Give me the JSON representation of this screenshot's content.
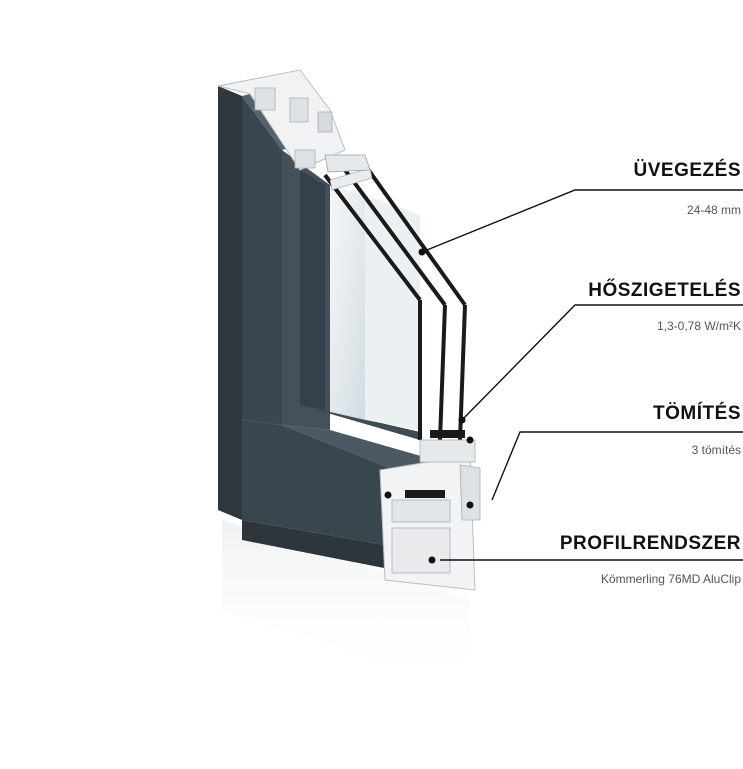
{
  "colors": {
    "frame": "#3e4a52",
    "frame_dark": "#2f393f",
    "frame_light": "#4b5860",
    "pvc": "#f3f4f5",
    "glass": "#dfe6ea",
    "leader": "#111111"
  },
  "callouts": [
    {
      "title": "ÜVEGEZÉS",
      "subtitle": "24-48 mm"
    },
    {
      "title": "HŐSZIGETELÉS",
      "subtitle": "1,3-0,78  W/m²K"
    },
    {
      "title": "TÖMÍTÉS",
      "subtitle": "3 tömítés"
    },
    {
      "title": "PROFILRENDSZER",
      "subtitle": "Kömmerling 76MD AluClip"
    }
  ]
}
